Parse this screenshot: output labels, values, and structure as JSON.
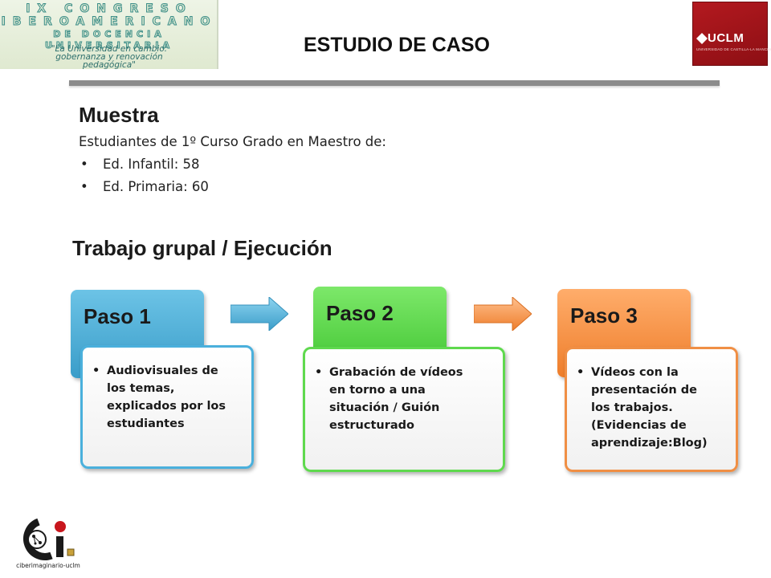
{
  "header": {
    "logo_left": {
      "line1": "IX CONGRESO",
      "line2": "IBEROAMERICANO",
      "line3": "DE DOCENCIA UNIVERSITARIA",
      "tagline1": "\"La Universidad en cambio:",
      "tagline2": "gobernanza y renovación",
      "tagline3": "pedagógica\""
    },
    "title": "ESTUDIO DE CASO",
    "logo_right": {
      "text": "UCLM",
      "subtext": "UNIVERSIDAD DE CASTILLA-LA MANCHA"
    }
  },
  "sample": {
    "heading": "Muestra",
    "description": "Estudiantes de 1º Curso Grado en Maestro de:",
    "items": [
      "Ed. Infantil: 58",
      "Ed. Primaria: 60"
    ]
  },
  "section_heading": "Trabajo grupal  / Ejecución",
  "steps": [
    {
      "label": "Paso 1",
      "lines": [
        "Audiovisuales de",
        "los temas,",
        "explicados por los",
        "estudiantes"
      ],
      "color": "#4ab0dc"
    },
    {
      "label": "Paso 2",
      "lines": [
        "Grabación de vídeos",
        "en torno a una",
        "situación / Guión",
        "estructurado"
      ],
      "color": "#5fd94e"
    },
    {
      "label": "Paso 3",
      "lines": [
        "Vídeos con la",
        "presentación de",
        "los trabajos.",
        "(Evidencias de",
        "aprendizaje:Blog)"
      ],
      "color": "#f08f45"
    }
  ],
  "arrows": [
    {
      "icon": "right-arrow-icon",
      "color": "#4ab0dc"
    },
    {
      "icon": "right-arrow-icon",
      "color": "#f08f45"
    }
  ],
  "footer": {
    "logo_text": "ciberimaginario-uclm"
  }
}
